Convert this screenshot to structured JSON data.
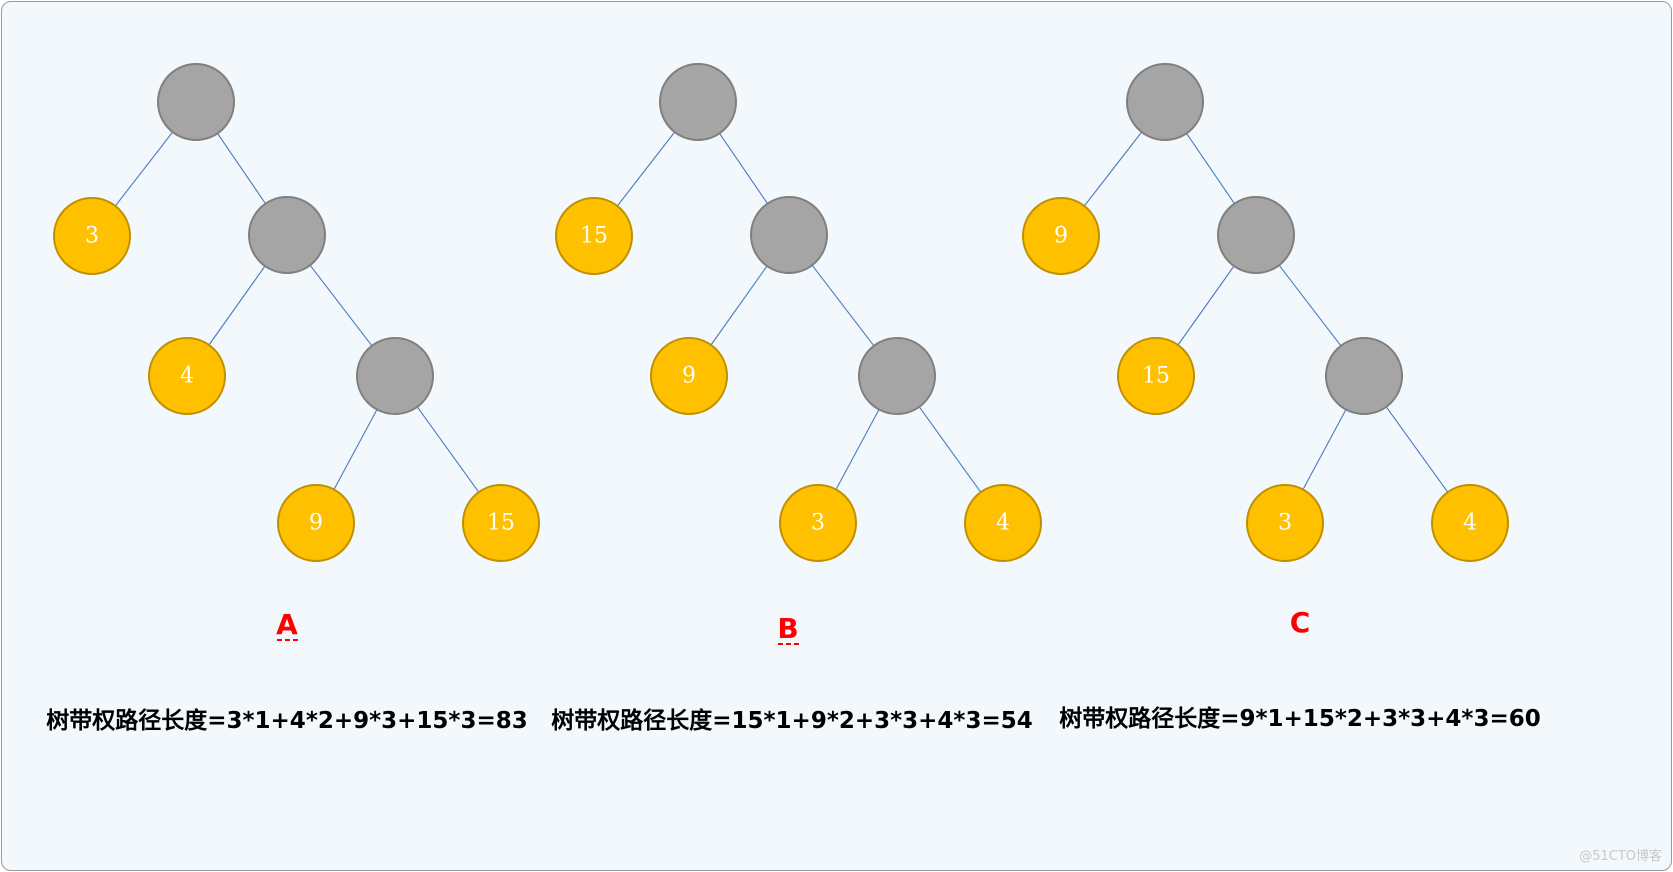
{
  "trees": [
    {
      "label": "A",
      "formula": "树带权路径长度=3*1+4*2+9*3+15*3=83",
      "leaves": [
        "3",
        "4",
        "9",
        "15"
      ]
    },
    {
      "label": "B",
      "formula": "树带权路径长度=15*1+9*2+3*3+4*3=54",
      "leaves": [
        "15",
        "9",
        "3",
        "4"
      ]
    },
    {
      "label": "C",
      "formula": "树带权路径长度=9*1+15*2+3*3+4*3=60",
      "leaves": [
        "9",
        "15",
        "3",
        "4"
      ]
    }
  ],
  "colors": {
    "internal_node": "#a5a5a5",
    "leaf_node": "#ffc000",
    "edge": "#4a7bbf",
    "label": "#ff0000"
  },
  "watermark": "@51CTO博客"
}
